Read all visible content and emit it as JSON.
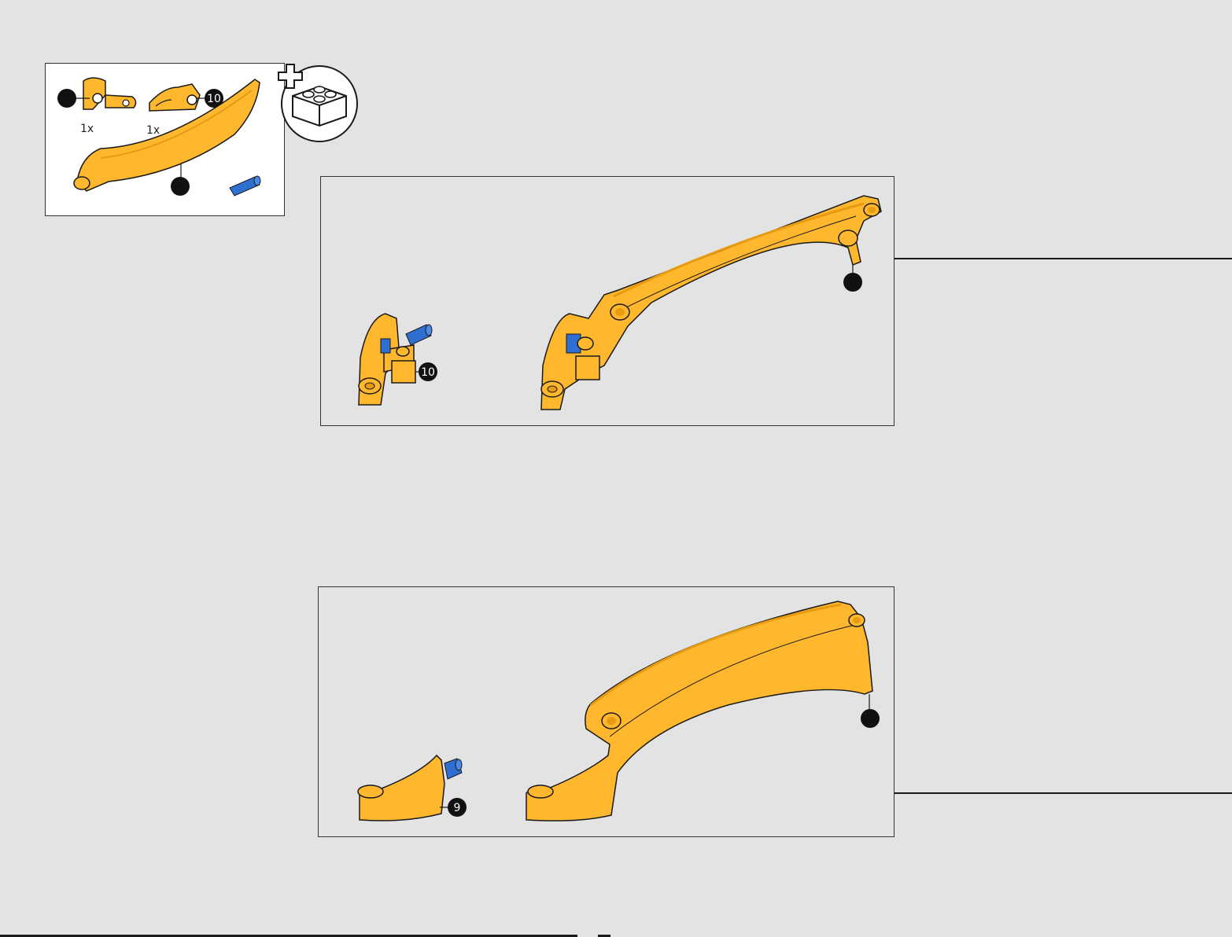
{
  "parts_list": {
    "quantities": [
      "1x",
      "1x"
    ],
    "callout_labels": [
      "10"
    ]
  },
  "step_upper": {
    "callout_labels": [
      "10"
    ]
  },
  "step_lower": {
    "callout_labels": [
      "9"
    ]
  },
  "colors": {
    "background": "#e3e3e3",
    "part_orange": "#ffb72e",
    "part_orange_dark": "#e89a10",
    "pin_blue": "#2f6fd1",
    "outline": "#1a1a1a"
  }
}
